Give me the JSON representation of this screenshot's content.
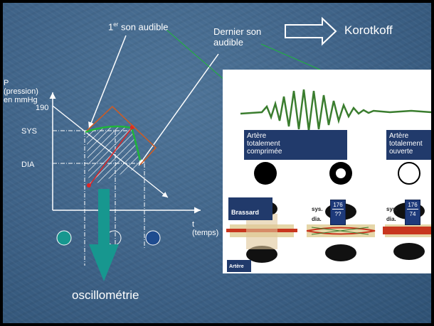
{
  "title": {
    "first_sound_prefix": "1",
    "first_sound_sup": "er",
    "first_sound_suffix": " son audible",
    "last_sound_line1": "Dernier son",
    "last_sound_line2": "audible",
    "korotkoff": "Korotkoff"
  },
  "graph": {
    "y_label_line1": "P",
    "y_label_line2": "(pression)",
    "y_label_line3": "en mmHg",
    "y_value": "190",
    "sys": "SYS",
    "dia": "DIA",
    "x_label_line1": "t",
    "x_label_line2": "(temps)"
  },
  "arrow_label": "oscillométrie",
  "panel": {
    "label_compressed": [
      "Artère",
      "totalement",
      "comprimée"
    ],
    "label_open": [
      "Artère",
      "totalement",
      "ouverte"
    ],
    "brassard": "Brassard",
    "artere": "Artère",
    "sys_abbr": "sys.",
    "dia_abbr": "dia.",
    "gauge_mid_top": "176",
    "gauge_mid_bottom": "??",
    "gauge_right_top": "176",
    "gauge_right_bottom": "74"
  },
  "colors": {
    "background": "#3e6287",
    "teal": "#17978f",
    "navy_label": "#213a6b",
    "green_curve": "#1fb53a",
    "orange": "#d45a1e"
  }
}
